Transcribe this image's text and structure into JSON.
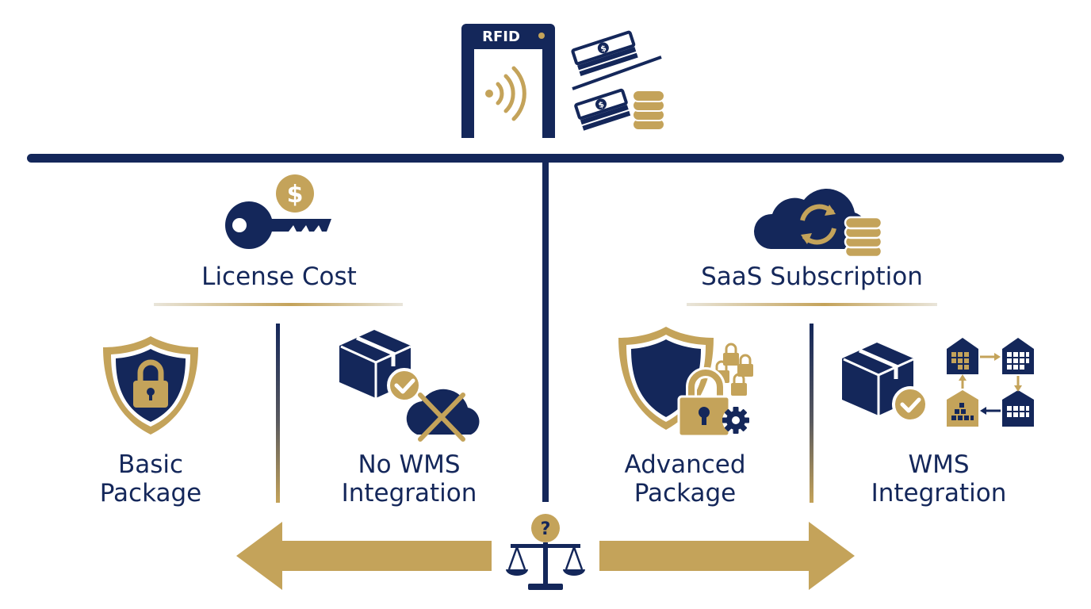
{
  "colors": {
    "navy": "#14275a",
    "gold": "#c4a35a",
    "white": "#ffffff"
  },
  "top": {
    "gate_label": "RFID",
    "gate_icon": "rfid-gate-icon",
    "cash_icon": "cash-exchange-icon"
  },
  "left": {
    "title": "License Cost",
    "title_icon": "key-dollar-icon",
    "items": [
      {
        "line1": "Basic",
        "line2": "Package",
        "icon": "shield-lock-icon"
      },
      {
        "line1": "No WMS",
        "line2": "Integration",
        "icon": "box-no-cloud-icon"
      }
    ]
  },
  "right": {
    "title": "SaaS Subscription",
    "title_icon": "cloud-sync-coins-icon",
    "items": [
      {
        "line1": "Advanced",
        "line2": "Package",
        "icon": "shield-multi-lock-icon"
      },
      {
        "line1": "WMS",
        "line2": "Integration",
        "icon": "box-warehouse-network-icon"
      }
    ]
  },
  "bottom": {
    "scale_icon": "balance-scale-question-icon",
    "left_arrow_icon": "arrow-left-icon",
    "right_arrow_icon": "arrow-right-icon"
  }
}
